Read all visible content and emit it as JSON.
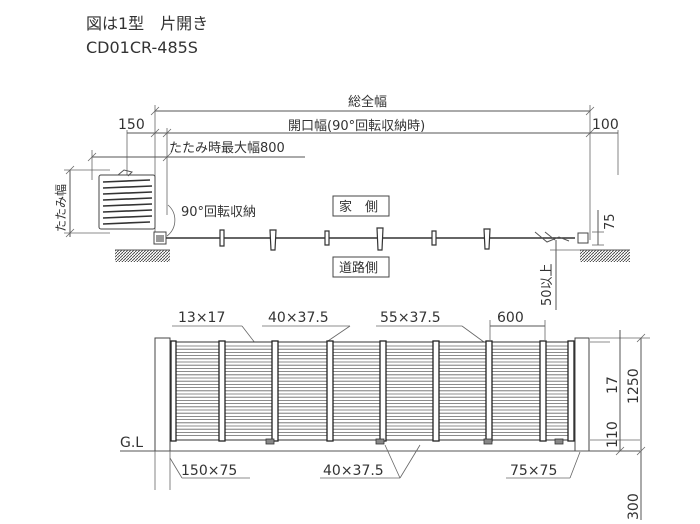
{
  "title": "図は1型　片開き",
  "model": "CD01CR-485S",
  "plan": {
    "total_width_label": "総全幅",
    "left_dim": "150",
    "right_dim": "100",
    "opening_label": "開口幅(90°回転収納時)",
    "folded_max_label": "たたみ時最大幅800",
    "folded_depth_label": "たたみ幅",
    "rotation_label": "90°回転収納",
    "house_side": "家　側",
    "road_side": "道路側",
    "dim_75": "75",
    "dim_50": "50以上"
  },
  "elevation": {
    "member_labels": [
      "13×17",
      "40×37.5",
      "55×37.5",
      "600"
    ],
    "bottom_labels": [
      "150×75",
      "40×37.5",
      "75×75"
    ],
    "gl_label": "G.L",
    "right_dims": [
      "17",
      "1250",
      "110",
      "300"
    ]
  }
}
